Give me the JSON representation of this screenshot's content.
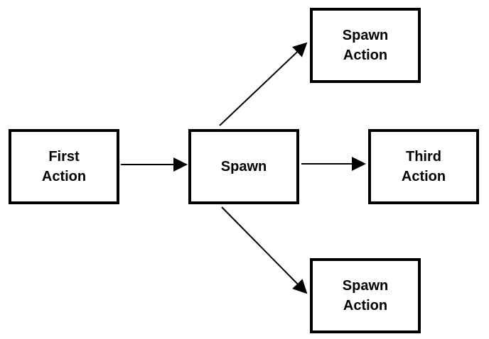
{
  "diagram": {
    "nodes": {
      "first_action": {
        "label": "First\nAction"
      },
      "spawn": {
        "label": "Spawn"
      },
      "third_action": {
        "label": "Third\nAction"
      },
      "spawn_action_top": {
        "label": "Spawn\nAction"
      },
      "spawn_action_bottom": {
        "label": "Spawn\nAction"
      }
    },
    "edges": [
      {
        "from": "first_action",
        "to": "spawn"
      },
      {
        "from": "spawn",
        "to": "spawn_action_top"
      },
      {
        "from": "spawn",
        "to": "third_action"
      },
      {
        "from": "spawn",
        "to": "spawn_action_bottom"
      }
    ],
    "colors": {
      "stroke": "#000000",
      "fill": "#ffffff",
      "text": "#000000"
    }
  }
}
